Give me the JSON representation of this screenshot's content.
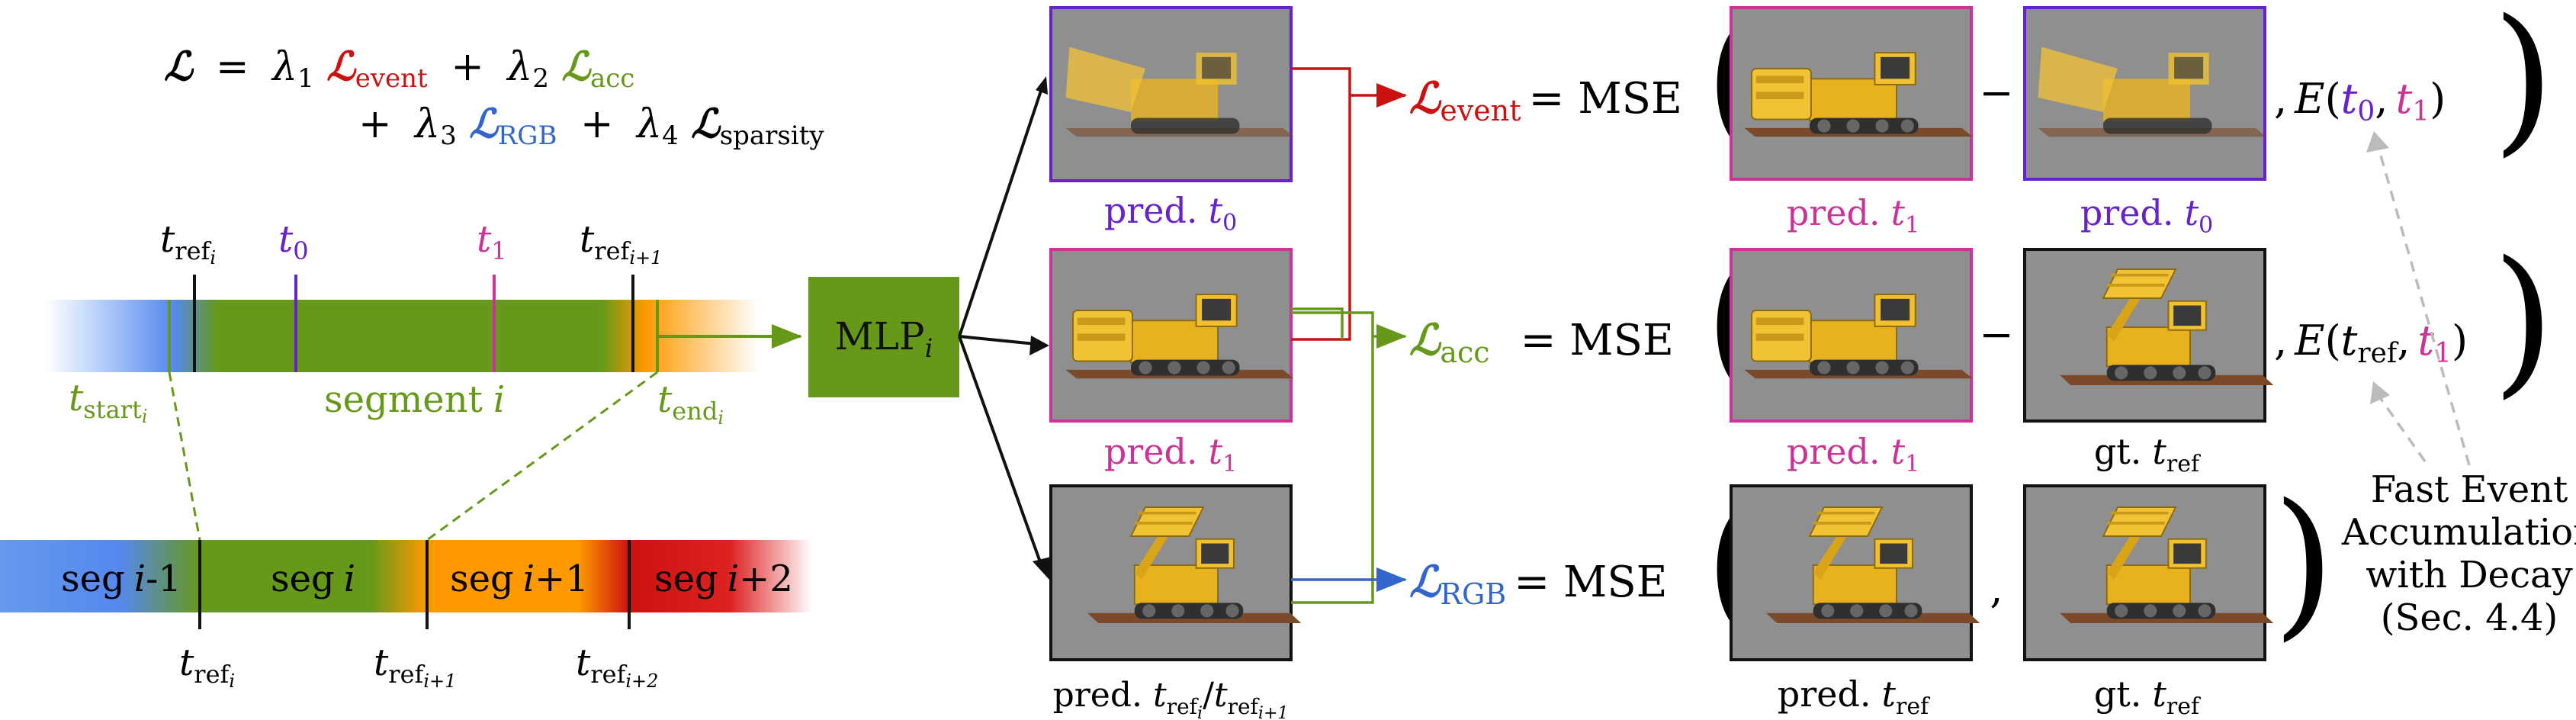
{
  "colors": {
    "red": "#cc1111",
    "green": "#66991a",
    "blue": "#3366cc",
    "purple": "#6622cc",
    "magenta": "#cc3399",
    "orange": "#ff9900",
    "lightblue": "#6699ee",
    "dark": "#111111",
    "grey": "#bbbbbb",
    "imgbg": "#8f8f8f"
  },
  "equation": {
    "lhs": "ℒ",
    "eq": "=",
    "lambda": "λ",
    "sub1": "1",
    "sub2": "2",
    "sub3": "3",
    "sub4": "4",
    "plus": "+",
    "event_sub": "event",
    "acc_sub": "acc",
    "rgb_sub": "RGB",
    "sparsity_sub": "sparsity"
  },
  "timeline": {
    "t": "t",
    "ref_sub": "ref",
    "i": "i",
    "i_plus_1": "i+1",
    "i_plus_2": "i+2",
    "t0_sub": "0",
    "t1_sub": "1",
    "start_sub": "start",
    "end_sub": "end",
    "segment_word": "segment",
    "seg_word": "seg",
    "minus1": "-1",
    "plus1": "+1",
    "plus2": "+2"
  },
  "mlp": {
    "label": "MLP",
    "sub": "i"
  },
  "images": {
    "pred_t0": "pred.",
    "pred_t1": "pred.",
    "pred_tref": "pred.",
    "gt": "gt.",
    "slash": "/"
  },
  "losses": {
    "L": "ℒ",
    "event": "event",
    "acc": "acc",
    "rgb": "RGB",
    "mse": "= MSE",
    "minus": "−",
    "comma": ",",
    "E": "E",
    "open_paren": "(",
    "close_paren": ")"
  },
  "note": {
    "line1": "Fast Event",
    "line2": "Accumulation",
    "line3": "with Decay",
    "line4": "(Sec. 4.4)"
  }
}
